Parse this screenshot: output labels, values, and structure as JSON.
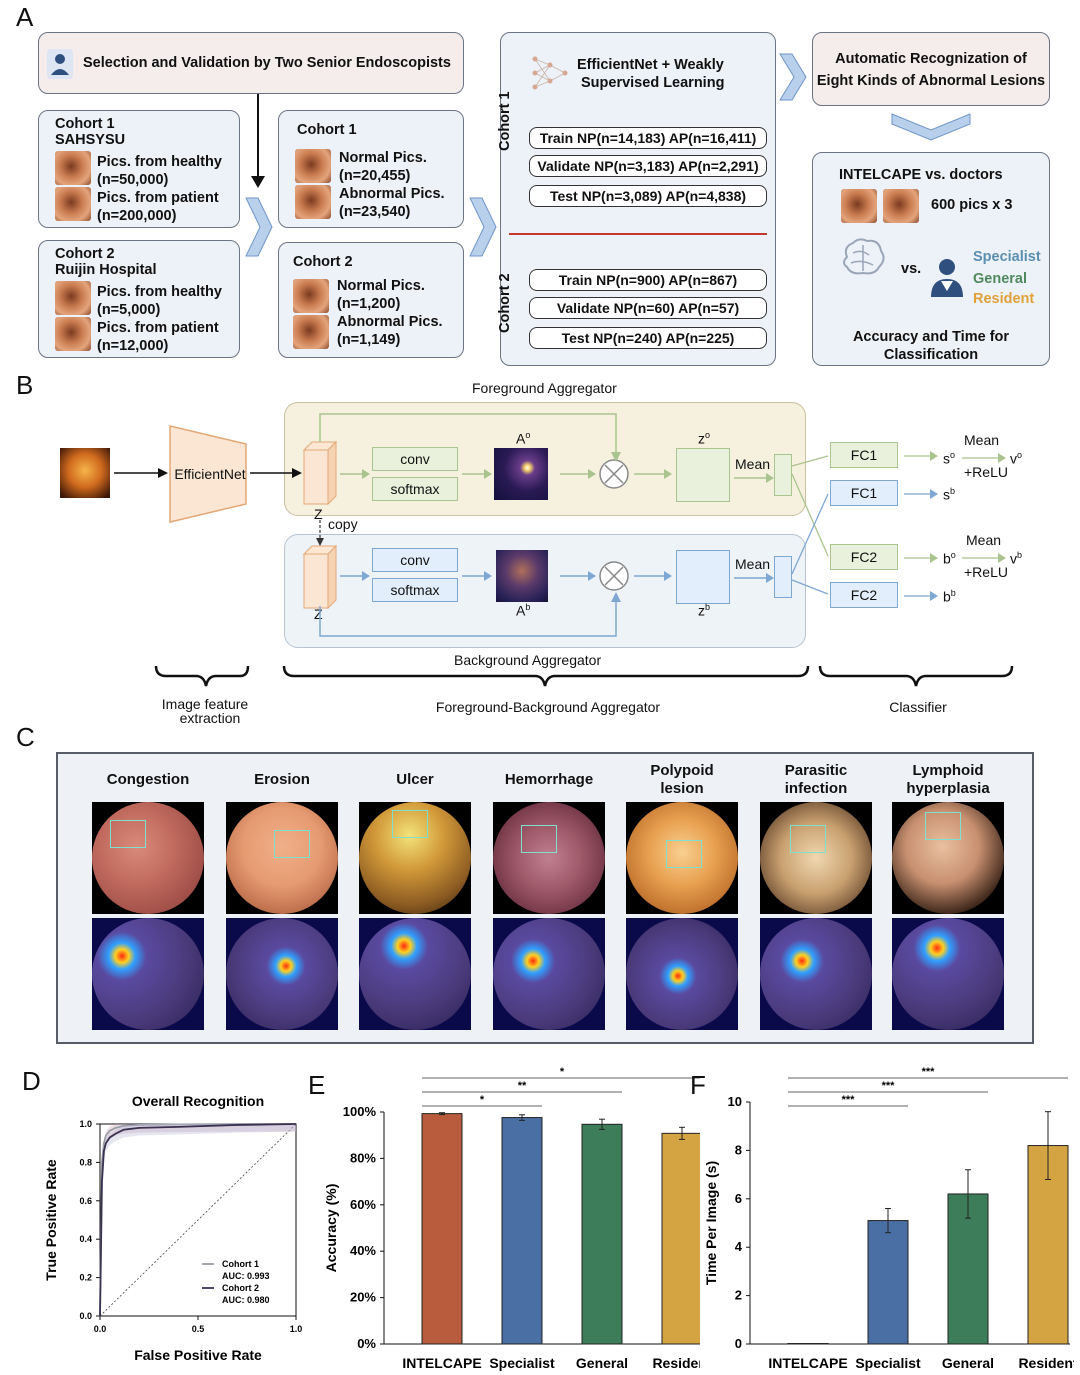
{
  "panel_labels": {
    "a": "A",
    "b": "B",
    "c": "C",
    "d": "D",
    "e": "E",
    "f": "F"
  },
  "panelA": {
    "selection_title": "Selection and Validation by Two Senior Endoscopists",
    "cohort1_src": {
      "title": "Cohort 1",
      "hospital": "SAHSYSU",
      "healthy": "Pics. from healthy",
      "healthy_n": "(n=50,000)",
      "patient": "Pics. from patient",
      "patient_n": "(n=200,000)"
    },
    "cohort2_src": {
      "title": "Cohort 2",
      "hospital": "Ruijin Hospital",
      "healthy": "Pics. from healthy",
      "healthy_n": "(n=5,000)",
      "patient": "Pics. from patient",
      "patient_n": "(n=12,000)"
    },
    "cohort1_sel": {
      "title": "Cohort 1",
      "normal": "Normal Pics.",
      "normal_n": "(n=20,455)",
      "abnormal": "Abnormal Pics.",
      "abnormal_n": "(n=23,540)"
    },
    "cohort2_sel": {
      "title": "Cohort 2",
      "normal": "Normal Pics.",
      "normal_n": "(n=1,200)",
      "abnormal": "Abnormal Pics.",
      "abnormal_n": "(n=1,149)"
    },
    "model_title_1": "EfficientNet + Weakly",
    "model_title_2": "Supervised Learning",
    "c1_label": "Cohort 1",
    "c2_label": "Cohort 2",
    "c1_train": "Train NP(n=14,183) AP(n=16,411)",
    "c1_validate": "Validate NP(n=3,183) AP(n=2,291)",
    "c1_test": "Test NP(n=3,089) AP(n=4,838)",
    "c2_train": "Train NP(n=900) AP(n=867)",
    "c2_validate": "Validate NP(n=60) AP(n=57)",
    "c2_test": "Test NP(n=240) AP(n=225)",
    "auto_1": "Automatic Recognization of",
    "auto_2": "Eight Kinds of Abnormal Lesions",
    "vs_title": "INTELCAPE vs. doctors",
    "pics": "600 pics x 3",
    "vs": "vs.",
    "specialist": "Specialist",
    "general": "General",
    "resident": "Resident",
    "acc_1": "Accuracy and Time for",
    "acc_2": "Classification",
    "colors": {
      "specialist": "#5b8fb0",
      "general": "#4f8a5e",
      "resident": "#e0a13a"
    }
  },
  "panelB": {
    "fg_agg": "Foreground Aggregator",
    "bg_agg": "Background Aggregator",
    "efficientnet": "EfficientNet",
    "conv": "conv",
    "softmax": "softmax",
    "copy": "copy",
    "z": "Z",
    "ao": "A",
    "ao_sup": "o",
    "ab": "A",
    "ab_sup": "b",
    "zo": "z",
    "zo_sup": "o",
    "zb": "z",
    "zb_sup": "b",
    "mean": "Mean",
    "fc1": "FC1",
    "fc2": "FC2",
    "so": "s",
    "so_sup": "o",
    "sb": "s",
    "sb_sup": "b",
    "bo": "b",
    "bo_sup": "o",
    "bb": "b",
    "bb_sup": "b",
    "vo": "v",
    "vo_sup": "o",
    "vb": "v",
    "vb_sup": "b",
    "mean_relu_1": "Mean",
    "mean_relu_2": "+ReLU",
    "brace_1_a": "Image feature",
    "brace_1_b": "extraction",
    "brace_2": "Foreground-Background Aggregator",
    "brace_3": "Classifier"
  },
  "panelC": {
    "titles": [
      {
        "l1": "Congestion",
        "l2": ""
      },
      {
        "l1": "Erosion",
        "l2": ""
      },
      {
        "l1": "Ulcer",
        "l2": ""
      },
      {
        "l1": "Hemorrhage",
        "l2": ""
      },
      {
        "l1": "Polypoid",
        "l2": "lesion"
      },
      {
        "l1": "Parasitic",
        "l2": "infection"
      },
      {
        "l1": "Lymphoid",
        "l2": "hyperplasia"
      }
    ]
  },
  "chart_data": [
    {
      "type": "line",
      "title": "Overall Recognition",
      "xlabel": "False Positive Rate",
      "ylabel": "True Positive Rate",
      "xlim": [
        0,
        1.0
      ],
      "ylim": [
        0,
        1.0
      ],
      "x_ticks": [
        "0.0",
        "0.5",
        "1.0"
      ],
      "y_ticks": [
        "0.0",
        "0.2",
        "0.4",
        "0.6",
        "0.8",
        "1.0"
      ],
      "legend_position": "bottom-right",
      "series": [
        {
          "name": "Cohort 1",
          "auc_label": "AUC: 0.993",
          "color": "#9aa0a8",
          "x": [
            0,
            0.01,
            0.02,
            0.03,
            0.05,
            0.08,
            0.12,
            0.2,
            0.4,
            0.7,
            1.0
          ],
          "y": [
            0,
            0.8,
            0.9,
            0.94,
            0.965,
            0.98,
            0.99,
            0.995,
            0.998,
            1.0,
            1.0
          ]
        },
        {
          "name": "Cohort 2",
          "auc_label": "AUC: 0.980",
          "color": "#3a3050",
          "x": [
            0,
            0.01,
            0.02,
            0.03,
            0.05,
            0.08,
            0.12,
            0.2,
            0.4,
            0.7,
            1.0
          ],
          "y": [
            0,
            0.7,
            0.86,
            0.9,
            0.93,
            0.95,
            0.97,
            0.98,
            0.985,
            0.995,
            1.0
          ]
        }
      ]
    },
    {
      "type": "bar",
      "ylabel": "Accuracy (%)",
      "categories": [
        "INTELCAPE",
        "Specialist",
        "General",
        "Resident"
      ],
      "values": [
        99.3,
        97.6,
        94.7,
        90.8
      ],
      "errors": [
        0.4,
        1.2,
        2.2,
        2.6
      ],
      "colors": [
        "#b85c3d",
        "#4a6fa5",
        "#3e7d5a",
        "#d4a442"
      ],
      "ylim": [
        0,
        100
      ],
      "y_ticks": [
        "0%",
        "20%",
        "40%",
        "60%",
        "80%",
        "100%"
      ],
      "significance": [
        {
          "from": 0,
          "to": 1,
          "label": "*"
        },
        {
          "from": 0,
          "to": 2,
          "label": "**"
        },
        {
          "from": 0,
          "to": 3,
          "label": "*"
        }
      ]
    },
    {
      "type": "bar",
      "ylabel": "Time Per Image (s)",
      "categories": [
        "INTELCAPE",
        "Specialist",
        "General",
        "Resident"
      ],
      "values": [
        0.02,
        5.1,
        6.2,
        8.2
      ],
      "errors": [
        0.0,
        0.5,
        1.0,
        1.4
      ],
      "colors": [
        "#b85c3d",
        "#4a6fa5",
        "#3e7d5a",
        "#d4a442"
      ],
      "ylim": [
        0,
        10
      ],
      "y_ticks": [
        "0",
        "2",
        "4",
        "6",
        "8",
        "10"
      ],
      "significance": [
        {
          "from": 0,
          "to": 1,
          "label": "***"
        },
        {
          "from": 0,
          "to": 2,
          "label": "***"
        },
        {
          "from": 0,
          "to": 3,
          "label": "***"
        }
      ]
    }
  ]
}
